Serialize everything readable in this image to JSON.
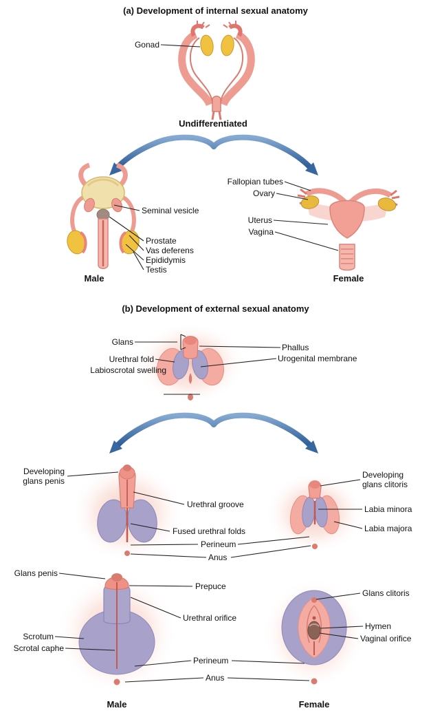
{
  "figure": {
    "section_a": {
      "title": "(a) Development of internal sexual anatomy",
      "stage_undifferentiated": "Undifferentiated",
      "male_heading": "Male",
      "female_heading": "Female",
      "labels": {
        "gonad": "Gonad",
        "seminal_vesicle": "Seminal vesicle",
        "prostate": "Prostate",
        "vas_deferens": "Vas deferens",
        "epididymis": "Epididymis",
        "testis": "Testis",
        "fallopian_tubes": "Fallopian tubes",
        "ovary": "Ovary",
        "uterus": "Uterus",
        "vagina": "Vagina"
      }
    },
    "section_b": {
      "title": "(b) Development of external sexual anatomy",
      "male_heading": "Male",
      "female_heading": "Female",
      "labels_undifferentiated": {
        "glans": "Glans",
        "urethral_fold": "Urethral fold",
        "labioscrotal_swelling": "Labioscrotal swelling",
        "phallus": "Phallus",
        "urogenital_membrane": "Urogenital membrane"
      },
      "labels_developing": {
        "developing_glans_penis": "Developing glans penis",
        "urethral_groove": "Urethral groove",
        "fused_urethral_folds": "Fused urethral folds",
        "perineum": "Perineum",
        "anus": "Anus",
        "developing_glans_clitoris": "Developing glans clitoris",
        "labia_minora": "Labia minora",
        "labia_majora": "Labia majora"
      },
      "labels_mature": {
        "glans_penis": "Glans penis",
        "prepuce": "Prepuce",
        "urethral_orifice": "Urethral orifice",
        "scrotum": "Scrotum",
        "scrotal_raphe": "Scrotal caphe",
        "perineum": "Perineum",
        "anus": "Anus",
        "glans_clitoris": "Glans clitoris",
        "hymen": "Hymen",
        "vaginal_orifice": "Vaginal orifice"
      }
    },
    "colors": {
      "skin_pink": "#F2A096",
      "skin_light": "#F8CFC6",
      "gonad_yellow": "#F0C23F",
      "fold_lavender": "#A8A2CB",
      "arrow_blue": "#38669E",
      "line_black": "#202020"
    }
  }
}
